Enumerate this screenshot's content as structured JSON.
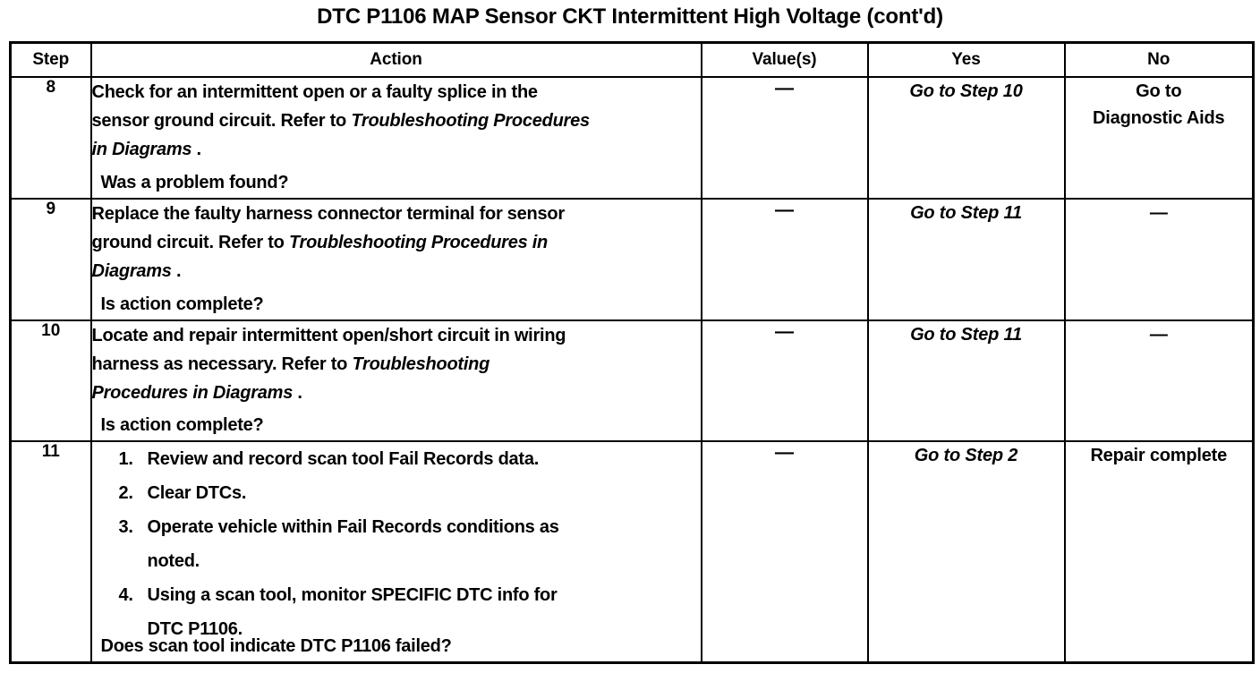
{
  "document": {
    "title": "DTC P1106 MAP Sensor CKT Intermittent High Voltage (cont'd)"
  },
  "table": {
    "headers": {
      "step": "Step",
      "action": "Action",
      "value": "Value(s)",
      "yes": "Yes",
      "no": "No"
    },
    "rows": [
      {
        "step": "8",
        "action_lines": [
          {
            "pre": "Check for an intermittent open or a faulty splice in the",
            "italic": "",
            "post": ""
          },
          {
            "pre": "sensor ground circuit. Refer to ",
            "italic": "Troubleshooting Procedures",
            "post": ""
          },
          {
            "pre": "",
            "italic": "in Diagrams",
            "post": " ."
          }
        ],
        "question": "Was a problem found?",
        "value": "—",
        "yes": "Go to Step 10",
        "yes_italic": true,
        "no_line1": "Go to",
        "no_line2": "Diagnostic Aids",
        "no_italic": false
      },
      {
        "step": "9",
        "action_lines": [
          {
            "pre": "Replace the faulty harness connector terminal for sensor",
            "italic": "",
            "post": ""
          },
          {
            "pre": "ground circuit. Refer to ",
            "italic": "Troubleshooting Procedures in",
            "post": ""
          },
          {
            "pre": "",
            "italic": "Diagrams",
            "post": " ."
          }
        ],
        "question": "Is action complete?",
        "value": "—",
        "yes": "Go to Step 11",
        "yes_italic": true,
        "no_line1": "—",
        "no_line2": "",
        "no_italic": false
      },
      {
        "step": "10",
        "action_lines": [
          {
            "pre": "Locate and repair intermittent open/short circuit in wiring",
            "italic": "",
            "post": ""
          },
          {
            "pre": "harness as necessary. Refer to ",
            "italic": "Troubleshooting",
            "post": ""
          },
          {
            "pre": "",
            "italic": "Procedures in Diagrams",
            "post": " ."
          }
        ],
        "question": "Is action complete?",
        "value": "—",
        "yes": "Go to Step 11",
        "yes_italic": true,
        "no_line1": "—",
        "no_line2": "",
        "no_italic": false
      },
      {
        "step": "11",
        "numbered_items": [
          {
            "num": "1.",
            "text": "Review and record scan tool Fail Records data.",
            "cont": ""
          },
          {
            "num": "2.",
            "text": "Clear DTCs.",
            "cont": ""
          },
          {
            "num": "3.",
            "text": "Operate vehicle within Fail Records conditions as",
            "cont": "noted."
          },
          {
            "num": "4.",
            "text": "Using a scan tool, monitor SPECIFIC DTC info for",
            "cont": "DTC P1106."
          }
        ],
        "question": "Does scan tool indicate DTC P1106 failed?",
        "value": "—",
        "yes": "Go to Step 2",
        "yes_italic": true,
        "no_line1": "Repair complete",
        "no_line2": "",
        "no_italic": false
      }
    ]
  }
}
